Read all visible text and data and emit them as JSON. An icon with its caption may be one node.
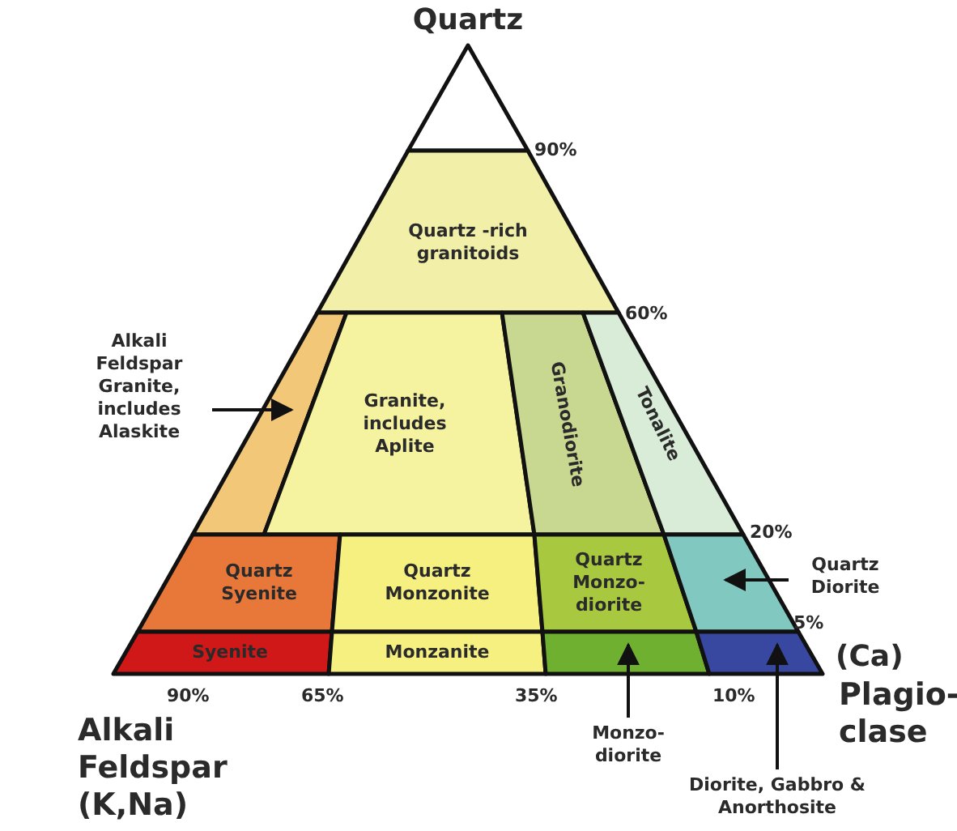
{
  "diagram": {
    "nodes": [
      {
        "text": [],
        "shape": "triangle"
      },
      {
        "text": [
          "Quartz -rich granitoids"
        ]
      },
      {
        "text": [],
        "shape": "trapezoid"
      },
      {
        "text": [
          "Alkali Feldspar Granite, includes Alaskite"
        ]
      },
      {
        "text": [
          "Granite, includes Aplite"
        ]
      },
      {
        "text": [
          "Granodiorite"
        ]
      },
      {
        "text": [
          "Tonalite"
        ]
      },
      {
        "text": [
          "Quartz Syenite"
        ]
      },
      {
        "text": [
          "Quartz Monzonite"
        ]
      },
      {
        "text": [
          "Quartz Monzo- diorite"
        ]
      },
      {
        "text": [],
        "shape": "trapezoid"
      },
      {
        "text": [
          "Quartz Diorite"
        ]
      },
      {
        "text": [
          "Syenite"
        ]
      },
      {
        "text": [
          "Monzanite"
        ]
      },
      {
        "text": [],
        "shape": "trapezoid"
      },
      {
        "text": [
          "Monzo- diorite"
        ]
      },
      {
        "text": [],
        "shape": "trapezoid"
      },
      {
        "text": [
          "Diorite, Gabbro & Anorthosite"
        ]
      }
    ],
    "edges": [
      {
        "from": 3,
        "to": 2,
        "arrow": "to"
      },
      {
        "from": 11,
        "to": 10,
        "arrow": "to"
      },
      {
        "from": 15,
        "to": 14,
        "arrow": "to"
      },
      {
        "from": 17,
        "to": 16,
        "arrow": "to"
      }
    ],
    "labels": [
      "Quartz",
      "90%",
      "60%",
      "20%",
      "5%",
      "(Ca)",
      "90%",
      "65%",
      "35%",
      "10%",
      "Plagio- clase",
      "Alkali Feldspar (K,Na)"
    ]
  }
}
